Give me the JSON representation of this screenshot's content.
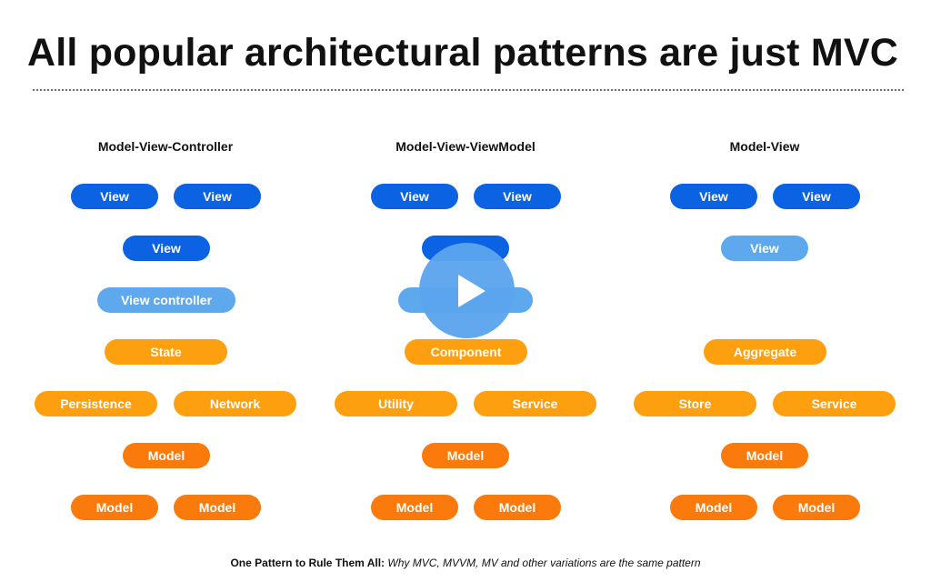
{
  "slide": {
    "title": "All popular architectural patterns are just MVC",
    "caption_bold": "One Pattern to Rule Them All:",
    "caption_italic": "Why MVC, MVVM, MV and other variations are the same pattern"
  },
  "columns": [
    {
      "title": "Model-View-Controller",
      "rows": [
        [
          "View",
          "View"
        ],
        [
          "View"
        ],
        [
          "View controller"
        ],
        [
          "State"
        ],
        [
          "Persistence",
          "Network"
        ],
        [
          "Model"
        ],
        [
          "Model",
          "Model"
        ]
      ]
    },
    {
      "title": "Model-View-ViewModel",
      "rows": [
        [
          "View",
          "View"
        ],
        [
          ""
        ],
        [
          ""
        ],
        [
          "Component"
        ],
        [
          "Utility",
          "Service"
        ],
        [
          "Model"
        ],
        [
          "Model",
          "Model"
        ]
      ]
    },
    {
      "title": "Model-View",
      "rows": [
        [
          "View",
          "View"
        ],
        [
          "View"
        ],
        [],
        [
          "Aggregate"
        ],
        [
          "Store",
          "Service"
        ],
        [
          "Model"
        ],
        [
          "Model",
          "Model"
        ]
      ]
    }
  ],
  "colors": {
    "view": "#0b62e3",
    "controller": "#5ea9ee",
    "state": "#fe9f10",
    "model": "#fb7a0c",
    "play_button": "#5ba4ee"
  },
  "icons": {
    "play": "play-icon"
  }
}
